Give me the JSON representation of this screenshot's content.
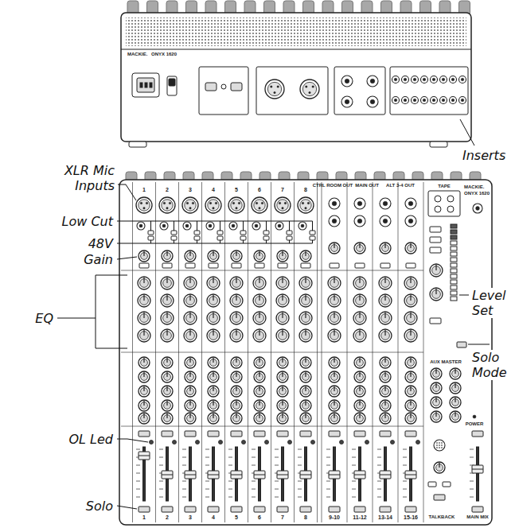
{
  "diagram": {
    "labels": [
      "MACKIE.",
      "ONYX 1620",
      "Inserts",
      "XLR Mic Inputs",
      "1",
      "2",
      "3",
      "4",
      "5",
      "6",
      "7",
      "8",
      "CTRL ROOM OUT",
      "MAIN OUT",
      "ALT 3-4 OUT",
      "TAPE",
      "MACKIE.",
      "ONYX 1620",
      "Low Cut",
      "48V",
      "Gain",
      "Level Set",
      "EQ",
      "Solo Mode",
      "AUX MASTER",
      "POWER",
      "OL Led",
      "Solo",
      "1",
      "2",
      "3",
      "4",
      "5",
      "6",
      "7",
      "8",
      "9-10",
      "11-12",
      "13-14",
      "15-16",
      "TALKBACK",
      "MAIN MIX"
    ]
  }
}
